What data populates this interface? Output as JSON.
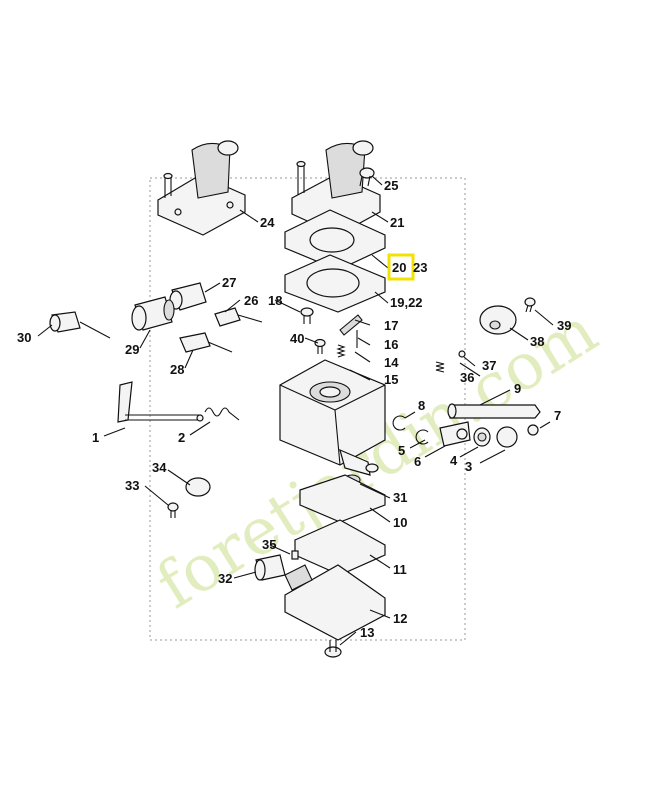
{
  "watermark": "foretjardin.com",
  "highlighted_callout": "20",
  "highlight_color": "#f2e200",
  "callouts": [
    {
      "id": "1",
      "text": "1"
    },
    {
      "id": "2",
      "text": "2"
    },
    {
      "id": "3",
      "text": "3"
    },
    {
      "id": "4",
      "text": "4"
    },
    {
      "id": "5",
      "text": "5"
    },
    {
      "id": "6",
      "text": "6"
    },
    {
      "id": "7",
      "text": "7"
    },
    {
      "id": "8",
      "text": "8"
    },
    {
      "id": "9",
      "text": "9"
    },
    {
      "id": "10",
      "text": "10"
    },
    {
      "id": "11",
      "text": "11"
    },
    {
      "id": "12",
      "text": "12"
    },
    {
      "id": "13",
      "text": "13"
    },
    {
      "id": "14",
      "text": "14"
    },
    {
      "id": "15",
      "text": "15"
    },
    {
      "id": "16",
      "text": "16"
    },
    {
      "id": "17",
      "text": "17"
    },
    {
      "id": "18",
      "text": "18"
    },
    {
      "id": "19_22",
      "text": "19,22"
    },
    {
      "id": "20",
      "text": "20"
    },
    {
      "id": "21",
      "text": "21"
    },
    {
      "id": "23",
      "text": "23"
    },
    {
      "id": "24",
      "text": "24"
    },
    {
      "id": "25",
      "text": "25"
    },
    {
      "id": "26",
      "text": "26"
    },
    {
      "id": "27",
      "text": "27"
    },
    {
      "id": "28",
      "text": "28"
    },
    {
      "id": "29",
      "text": "29"
    },
    {
      "id": "30",
      "text": "30"
    },
    {
      "id": "31",
      "text": "31"
    },
    {
      "id": "32",
      "text": "32"
    },
    {
      "id": "33",
      "text": "33"
    },
    {
      "id": "34",
      "text": "34"
    },
    {
      "id": "35",
      "text": "35"
    },
    {
      "id": "36",
      "text": "36"
    },
    {
      "id": "37",
      "text": "37"
    },
    {
      "id": "38",
      "text": "38"
    },
    {
      "id": "39",
      "text": "39"
    },
    {
      "id": "40",
      "text": "40"
    }
  ]
}
